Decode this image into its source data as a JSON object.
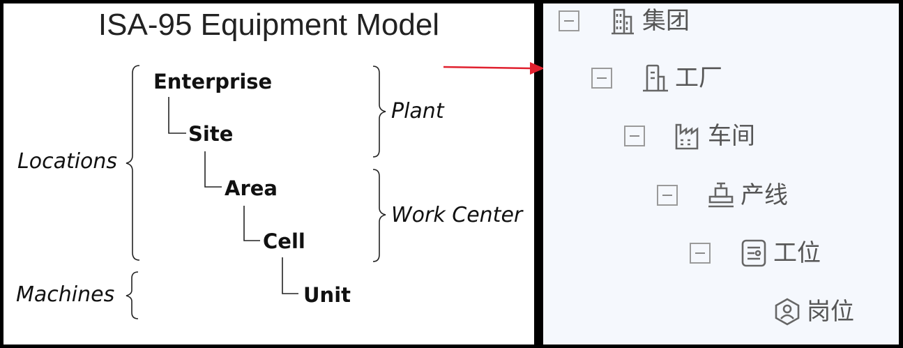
{
  "diagram": {
    "title": "ISA-95 Equipment Model",
    "hierarchy": [
      "Enterprise",
      "Site",
      "Area",
      "Cell",
      "Unit"
    ],
    "groups": {
      "plant": "Plant",
      "work_center": "Work Center",
      "locations": "Locations",
      "machines": "Machines"
    }
  },
  "tree": {
    "nodes": [
      {
        "label": "集团",
        "icon": "building-icon",
        "collapsible": true
      },
      {
        "label": "工厂",
        "icon": "factory-icon",
        "collapsible": true
      },
      {
        "label": "车间",
        "icon": "workshop-icon",
        "collapsible": true
      },
      {
        "label": "产线",
        "icon": "production-line-icon",
        "collapsible": true
      },
      {
        "label": "工位",
        "icon": "workstation-icon",
        "collapsible": true
      },
      {
        "label": "岗位",
        "icon": "position-icon",
        "collapsible": false
      }
    ]
  },
  "colors": {
    "arrow": "#e0202e",
    "tree_background": "#f5f8fd",
    "tree_text": "#555555",
    "collapse_border": "#9a9a9a"
  }
}
